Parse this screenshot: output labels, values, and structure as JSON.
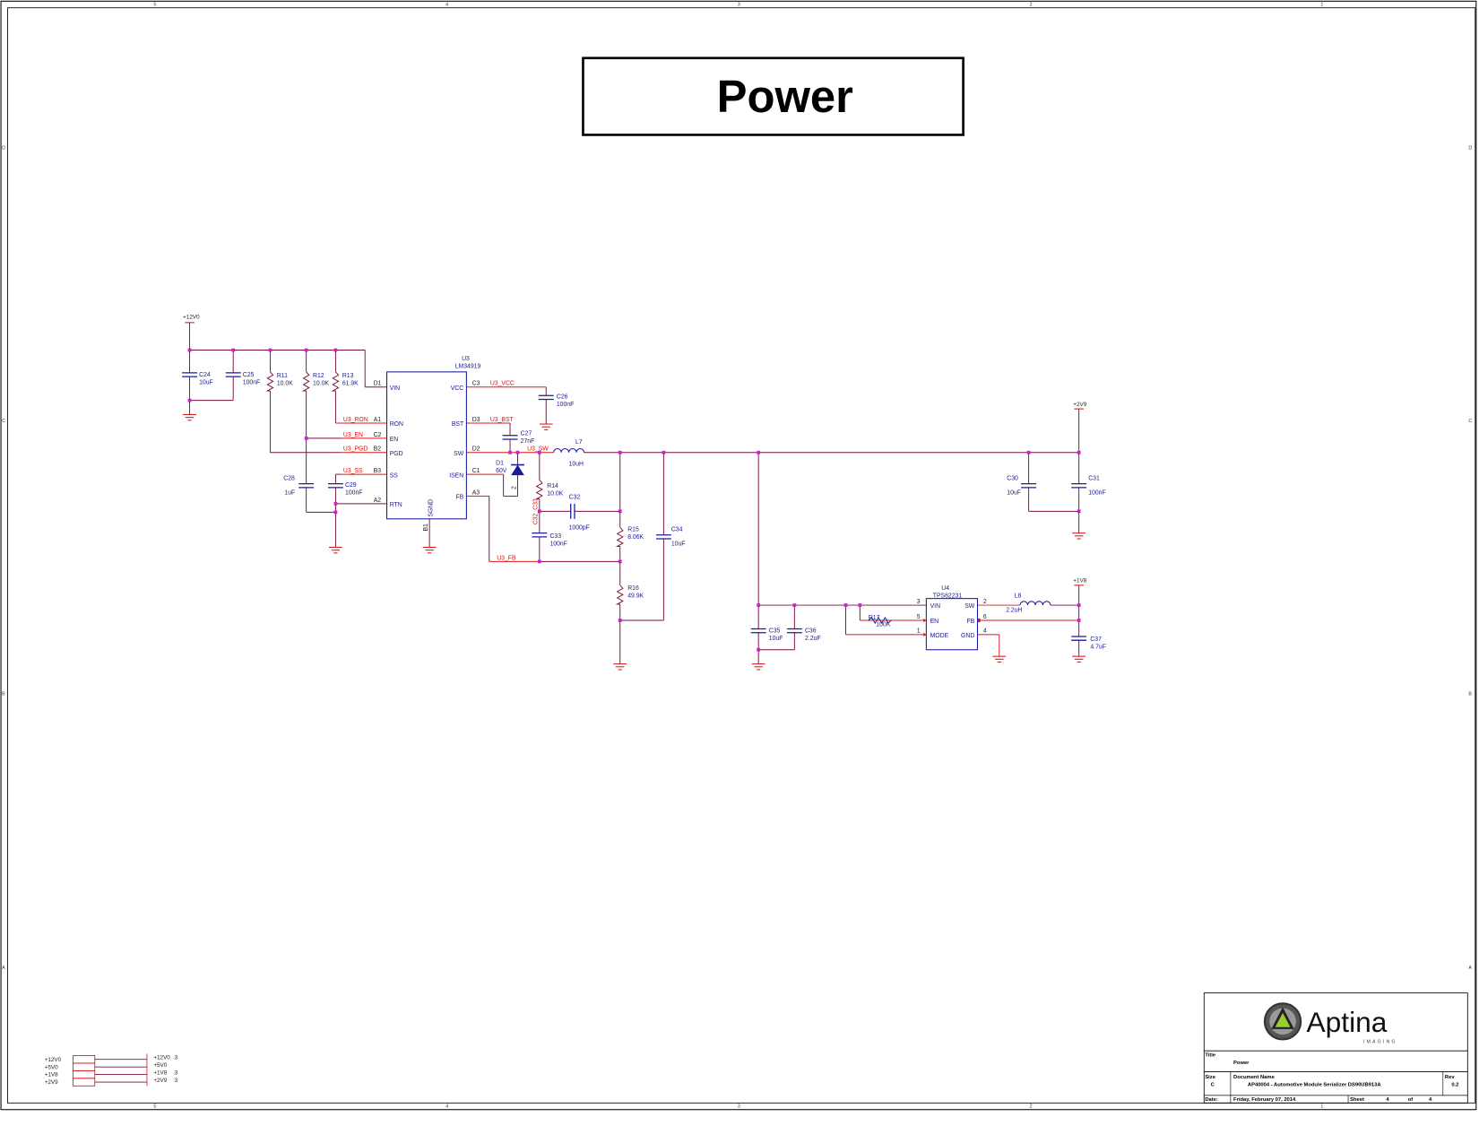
{
  "sheet_title": "Power",
  "frame": {
    "columns": [
      "5",
      "4",
      "3",
      "2",
      "1"
    ],
    "rows": [
      "D",
      "C",
      "B",
      "A"
    ]
  },
  "colors": {
    "wire": "#7a1040",
    "net_wire": "#d81818",
    "junction": "#d020d0",
    "part": "#1a1a9c",
    "net_label": "#e01010"
  },
  "power": {
    "v12": "+12V0",
    "v29": "+2V9",
    "v18": "+1V8"
  },
  "u3": {
    "ref": "U3",
    "part": "LM34919",
    "pins_left": [
      {
        "name": "VIN",
        "num": "D1"
      },
      {
        "name": "RON",
        "num": "A1"
      },
      {
        "name": "EN",
        "num": "C2"
      },
      {
        "name": "PGD",
        "num": "B2"
      },
      {
        "name": "SS",
        "num": "B3"
      },
      {
        "name": "RTN",
        "num": "A2"
      }
    ],
    "pins_right": [
      {
        "name": "VCC",
        "num": "C3"
      },
      {
        "name": "BST",
        "num": "D3"
      },
      {
        "name": "SW",
        "num": "D2"
      },
      {
        "name": "ISEN",
        "num": "C1"
      },
      {
        "name": "FB",
        "num": "A3"
      }
    ],
    "sgnd": {
      "name": "SGND",
      "num": "B1"
    }
  },
  "u4": {
    "ref": "U4",
    "part": "TPS62231",
    "pins_left": [
      {
        "name": "VIN",
        "num": "3"
      },
      {
        "name": "EN",
        "num": "5"
      },
      {
        "name": "MODE",
        "num": "1"
      }
    ],
    "pins_right": [
      {
        "name": "SW",
        "num": "2"
      },
      {
        "name": "FB",
        "num": "6"
      },
      {
        "name": "GND",
        "num": "4"
      }
    ]
  },
  "components": {
    "c24": {
      "ref": "C24",
      "value": "10uF"
    },
    "c25": {
      "ref": "C25",
      "value": "100nF"
    },
    "r11": {
      "ref": "R11",
      "value": "10.0K"
    },
    "r12": {
      "ref": "R12",
      "value": "10.0K"
    },
    "r13": {
      "ref": "R13",
      "value": "61.9K"
    },
    "c26": {
      "ref": "C26",
      "value": "100nF"
    },
    "c27": {
      "ref": "C27",
      "value": "27nF"
    },
    "c28": {
      "ref": "C28",
      "value": "1uF"
    },
    "c29": {
      "ref": "C29",
      "value": "100nF"
    },
    "d1": {
      "ref": "D1",
      "value": "60V",
      "pin": "2"
    },
    "l7": {
      "ref": "L7",
      "value": "10uH"
    },
    "r14": {
      "ref": "R14",
      "value": "10.0K"
    },
    "c32": {
      "ref": "C32",
      "value": "1000pF"
    },
    "c33": {
      "ref": "C33",
      "value": "100nF"
    },
    "r15": {
      "ref": "R15",
      "value": "8.06K"
    },
    "r16": {
      "ref": "R16",
      "value": "49.9K"
    },
    "c34": {
      "ref": "C34",
      "value": "10uF"
    },
    "c30": {
      "ref": "C30",
      "value": "10uF"
    },
    "c31": {
      "ref": "C31",
      "value": "100nF"
    },
    "c35": {
      "ref": "C35",
      "value": "10uF"
    },
    "c36": {
      "ref": "C36",
      "value": "2.2uF"
    },
    "r17": {
      "ref": "R17",
      "value": "100K"
    },
    "l8": {
      "ref": "L8",
      "value": "2.2uH"
    },
    "c37": {
      "ref": "C37",
      "value": "4.7uF"
    }
  },
  "nets": {
    "ron": "U3_RON",
    "en": "U3_EN",
    "pgd": "U3_PGD",
    "ss": "U3_SS",
    "vcc": "U3_VCC",
    "bst": "U3_BST",
    "sw": "U3_SW",
    "fb": "U3_FB",
    "c32c33": "C32_C33"
  },
  "connector": {
    "left": [
      "+12V0",
      "+5V0",
      "+1V8",
      "+2V9"
    ],
    "right": [
      {
        "net": "+12V0",
        "page": "3"
      },
      {
        "net": "+5V0",
        "page": ""
      },
      {
        "net": "+1V8",
        "page": "3"
      },
      {
        "net": "+2V9",
        "page": "3"
      }
    ]
  },
  "title_block": {
    "logo": "Aptina",
    "logo_sub": "IMAGING",
    "title_label": "Title",
    "title": "Power",
    "size_label": "Size",
    "size": "C",
    "doc_label": "Document Name",
    "doc": "AP40004 - Automotive Module Serializer DS90UB913A",
    "rev_label": "Rev",
    "rev": "0.2",
    "date_label": "Date:",
    "date": "Friday, February 07, 2014",
    "sheet_label": "Sheet",
    "sheet": "4",
    "of_label": "of",
    "sheets": "4"
  }
}
